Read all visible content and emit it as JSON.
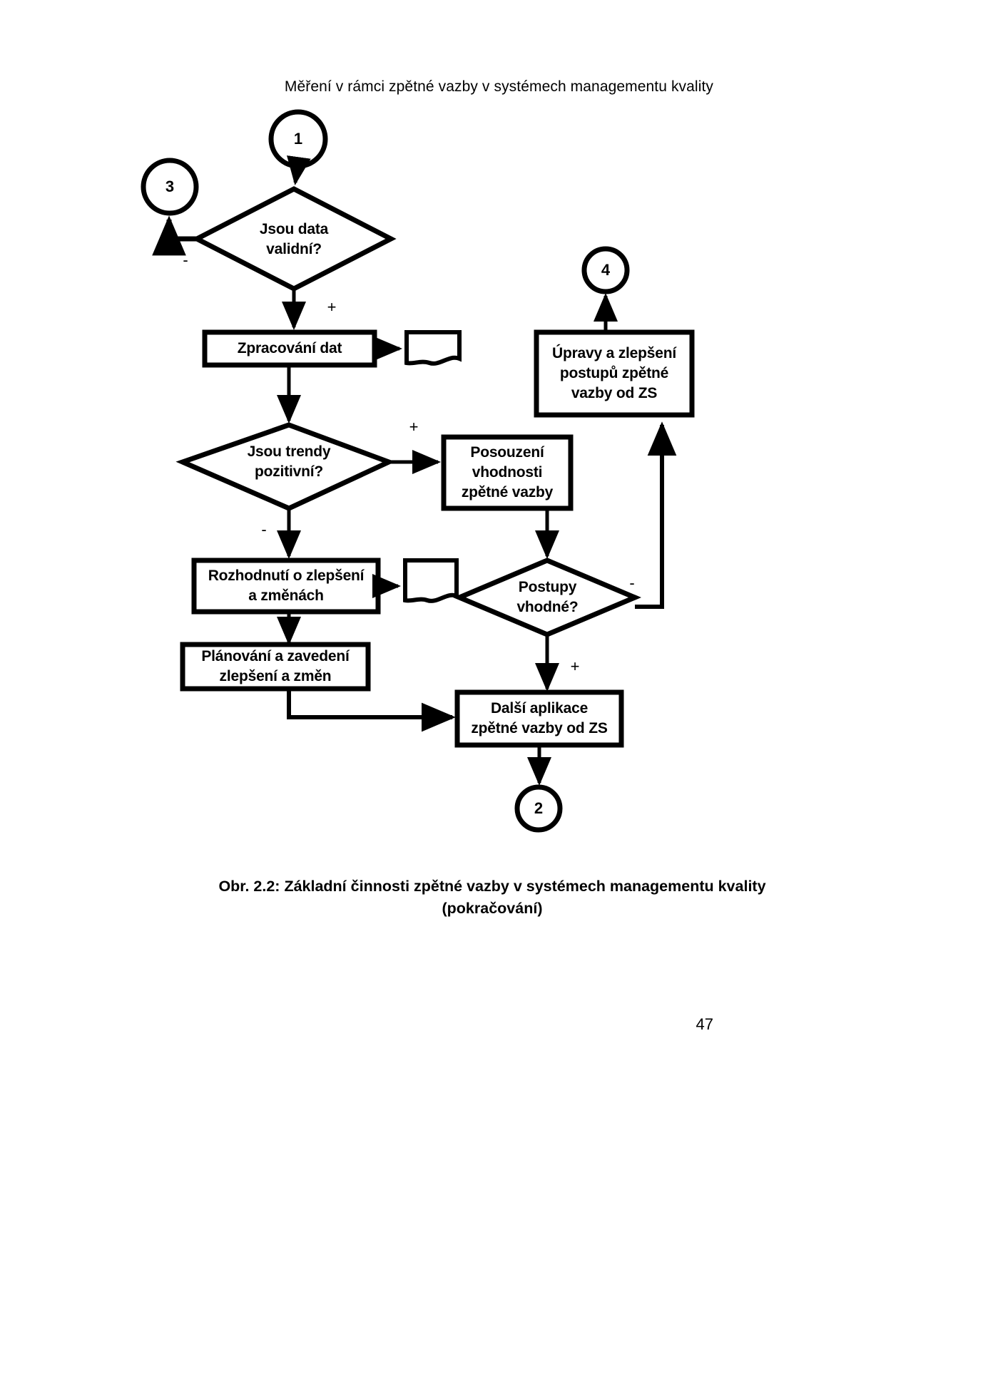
{
  "page": {
    "running_header": "Měření v rámci zpětné vazby v systémech managementu kvality",
    "page_number": "47",
    "caption_line1": "Obr. 2.2: Základní činnosti zpětné vazby v systémech managementu kvality",
    "caption_line2": "(pokračování)"
  },
  "diagram": {
    "type": "flowchart",
    "connectors": [
      {
        "id": "c1",
        "label": "1",
        "shape": "circle"
      },
      {
        "id": "c3",
        "label": "3",
        "shape": "circle"
      },
      {
        "id": "c4",
        "label": "4",
        "shape": "circle"
      },
      {
        "id": "c2",
        "label": "2",
        "shape": "circle"
      }
    ],
    "nodes": [
      {
        "id": "d1",
        "shape": "decision",
        "text": "Jsou data\nvalidní?",
        "line1": "Jsou data",
        "line2": "validní?"
      },
      {
        "id": "p1",
        "shape": "process",
        "text": "Zpracování dat",
        "line1": "Zpracování dat"
      },
      {
        "id": "doc1",
        "shape": "document",
        "text": ""
      },
      {
        "id": "d2",
        "shape": "decision",
        "text": "Jsou trendy\npozitivní?",
        "line1": "Jsou trendy",
        "line2": "pozitivní?"
      },
      {
        "id": "p2",
        "shape": "process",
        "text": "Posouzení\nvhodnosti\nzpětné vazby",
        "line1": "Posouzení",
        "line2": "vhodnosti",
        "line3": "zpětné vazby"
      },
      {
        "id": "p3",
        "shape": "process",
        "text": "Rozhodnutí o zlepšení\na změnách",
        "line1": "Rozhodnutí o zlepšení",
        "line2": "a změnách"
      },
      {
        "id": "doc2",
        "shape": "document",
        "text": ""
      },
      {
        "id": "d3",
        "shape": "decision",
        "text": "Postupy\nvhodné?",
        "line1": "Postupy",
        "line2": "vhodné?"
      },
      {
        "id": "p4",
        "shape": "process",
        "text": "Plánování a zavedení\nzlepšení a změn",
        "line1": "Plánování a zavedení",
        "line2": "zlepšení a změn"
      },
      {
        "id": "p5",
        "shape": "process",
        "text": "Další aplikace\nzpětné vazby od ZS",
        "line1": "Další aplikace",
        "line2": "zpětné vazby od ZS"
      },
      {
        "id": "p6",
        "shape": "process",
        "text": "Úpravy a zlepšení\npostupů zpětné\nvazby od ZS",
        "line1": "Úpravy a zlepšení",
        "line2": "postupů zpětné",
        "line3": "vazby od ZS"
      }
    ],
    "edge_labels": [
      {
        "id": "e_d1_neg",
        "label": "-"
      },
      {
        "id": "e_d1_pos",
        "label": "+"
      },
      {
        "id": "e_d2_pos",
        "label": "+"
      },
      {
        "id": "e_d2_neg",
        "label": "-"
      },
      {
        "id": "e_d3_neg",
        "label": "-"
      },
      {
        "id": "e_d3_pos",
        "label": "+"
      }
    ],
    "colors": {
      "stroke": "#000000",
      "fill": "#ffffff",
      "text": "#000000"
    }
  }
}
